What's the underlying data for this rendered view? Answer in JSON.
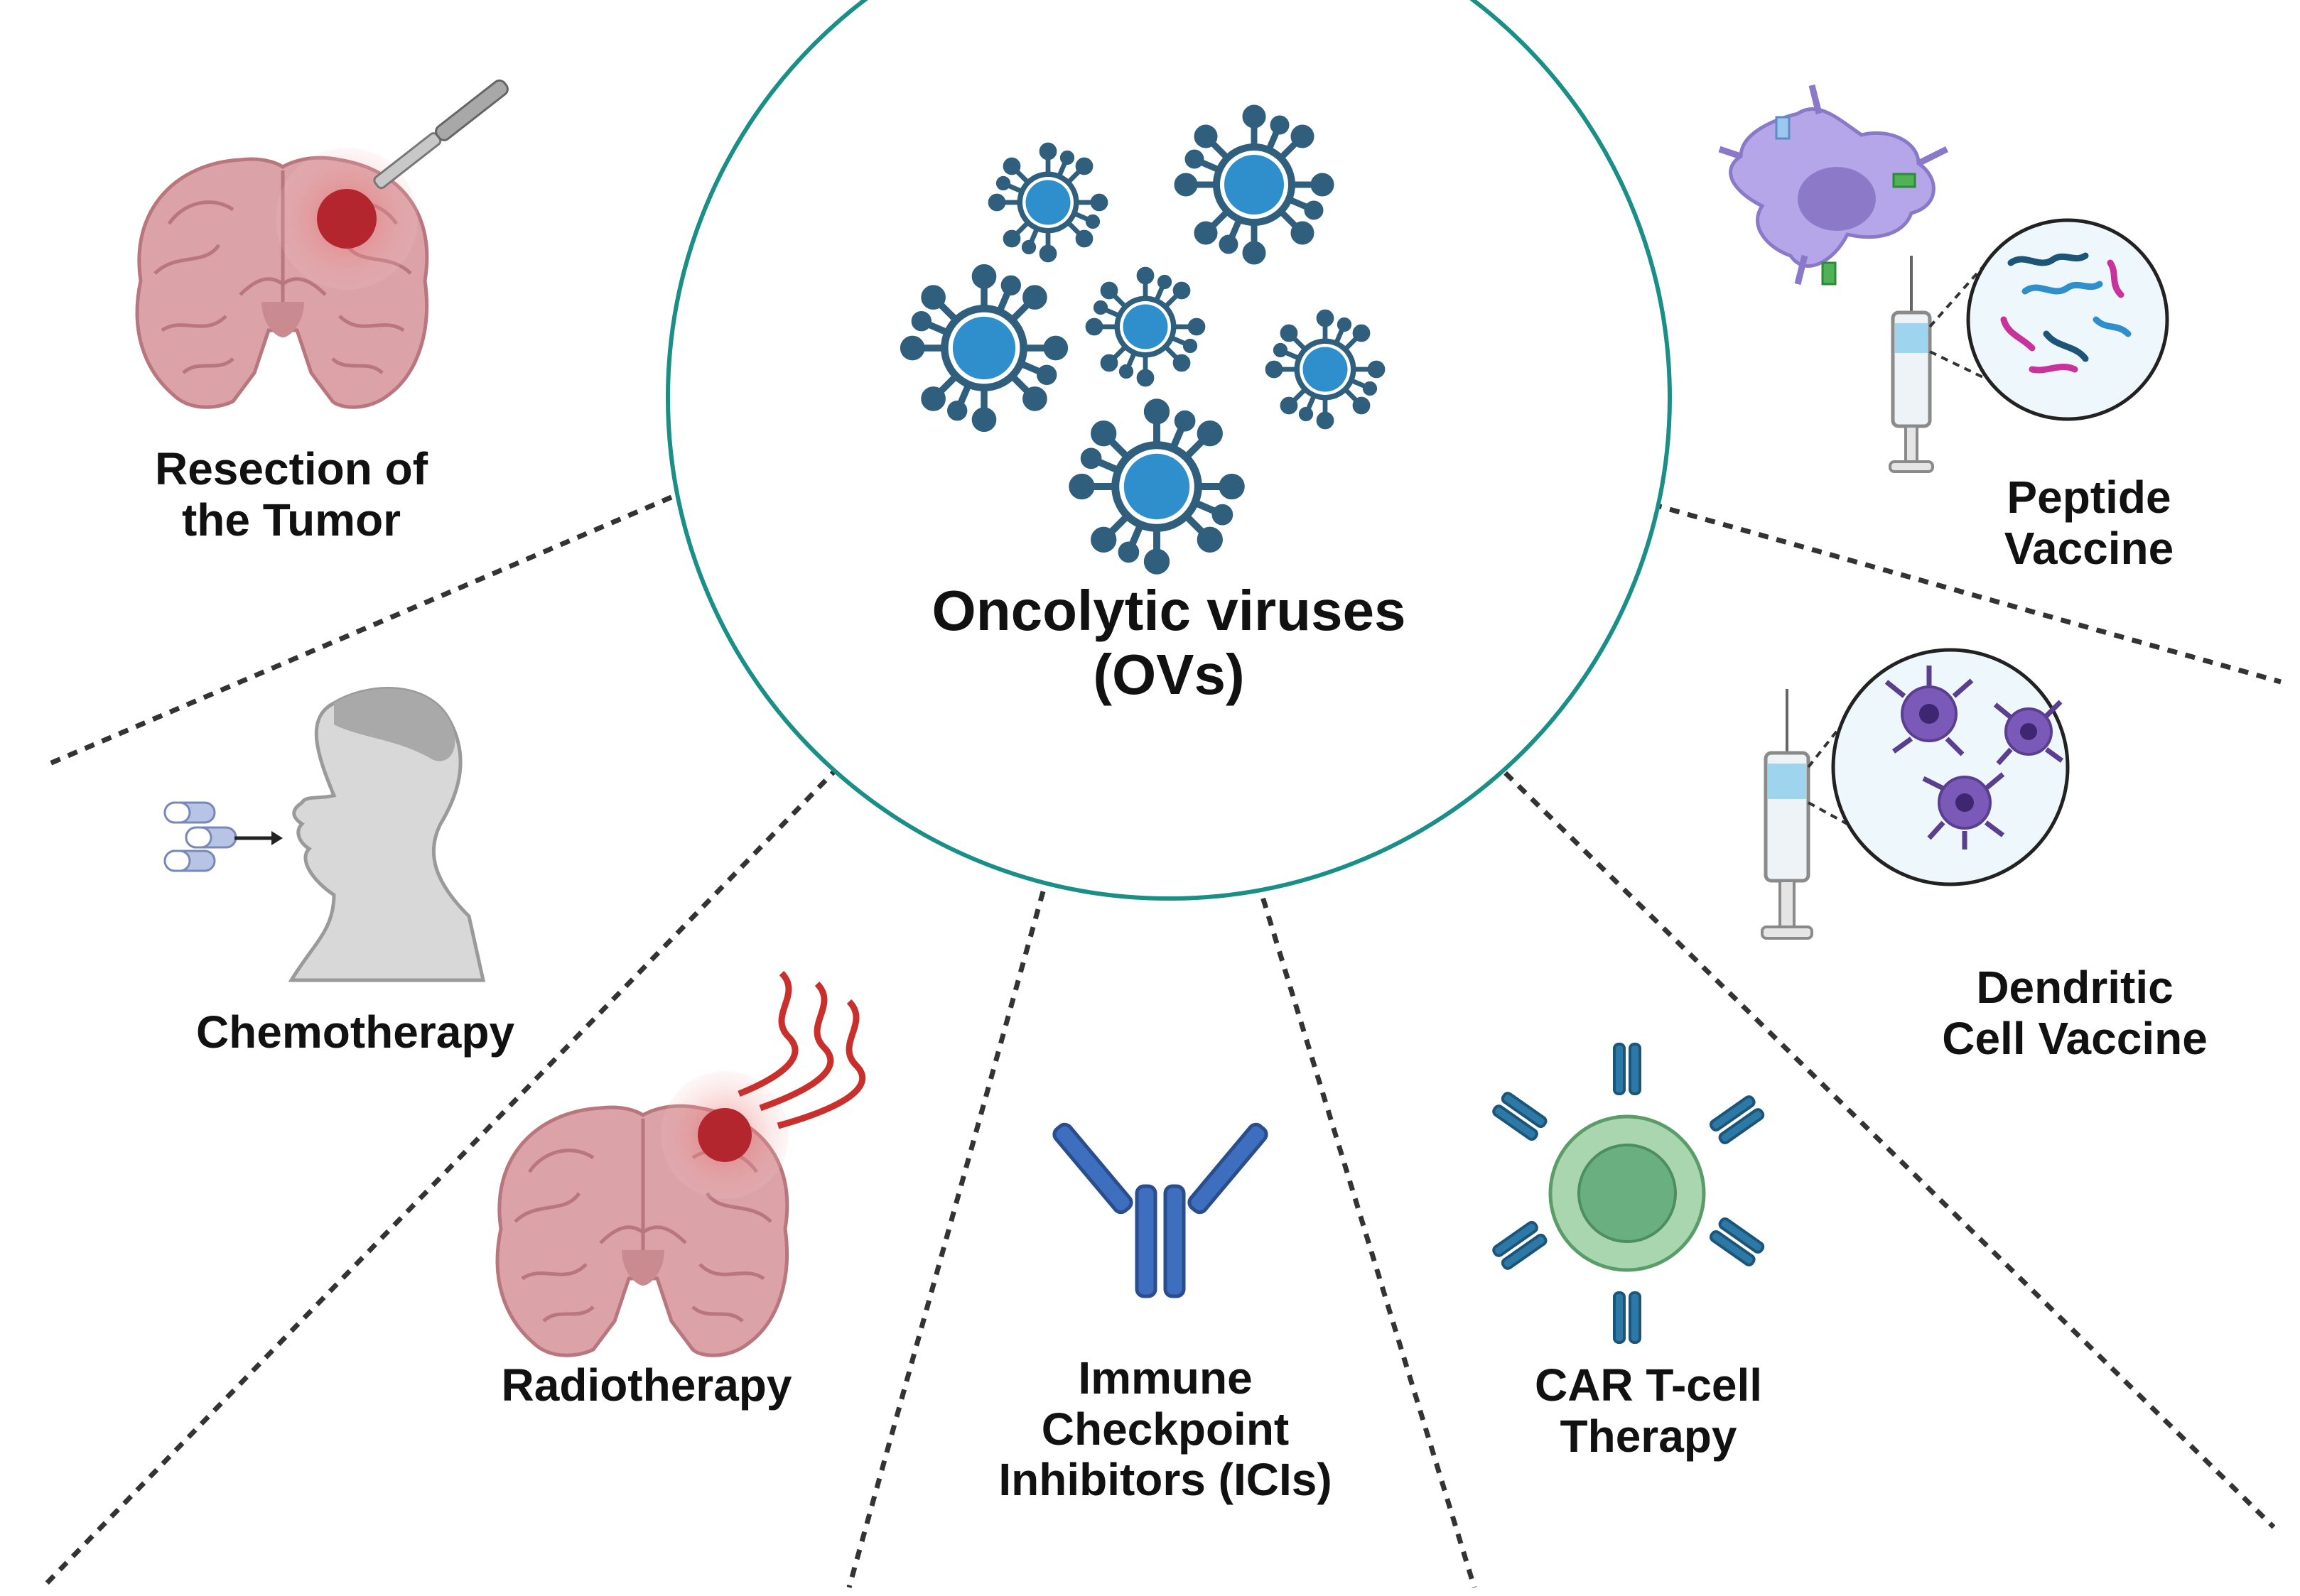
{
  "center": {
    "title_line1": "Oncolytic viruses",
    "title_line2": "(OVs)"
  },
  "therapies": {
    "resection": {
      "line1": "Resection of",
      "line2": "the Tumor"
    },
    "chemotherapy": {
      "line1": "Chemotherapy"
    },
    "radiotherapy": {
      "line1": "Radiotherapy"
    },
    "ici": {
      "line1": "Immune",
      "line2": "Checkpoint",
      "line3": "Inhibitors (ICIs)"
    },
    "car_t": {
      "line1": "CAR T-cell",
      "line2": "Therapy"
    },
    "dendritic": {
      "line1": "Dendritic",
      "line2": "Cell Vaccine"
    },
    "peptide": {
      "line1": "Peptide",
      "line2": "Vaccine"
    }
  },
  "colors": {
    "circle_border": "#1a8f87",
    "virus": "#2e8fcc",
    "virus_stroke": "#2f5f7c",
    "brain": "#d99a9f",
    "tumor": "#b3262d",
    "antibody": "#3e6fbf",
    "tcell": "#8cc79a",
    "dendritic_cell": "#a99be0"
  }
}
